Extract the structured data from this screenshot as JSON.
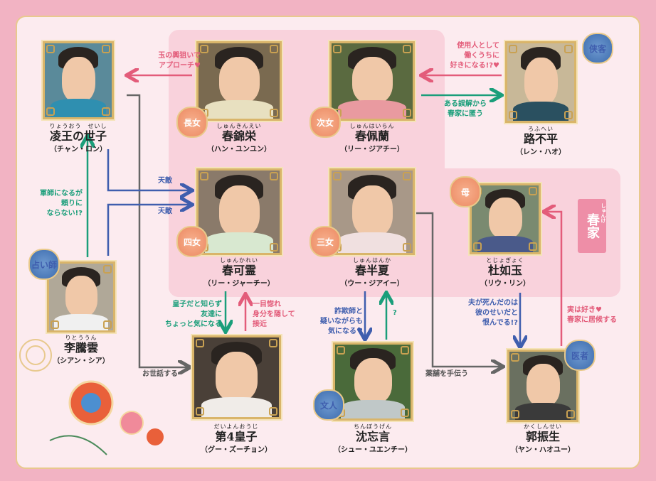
{
  "family_label": {
    "text": "春家",
    "ruby": "しゅんけ"
  },
  "characters": [
    {
      "id": "ryouou",
      "ruby": "りょうおう　せいし",
      "name": "凌王の世子",
      "actor": "（チャン・ロン）",
      "badge": ""
    },
    {
      "id": "kinei",
      "ruby": "しゅんきんえい",
      "name": "春錦栄",
      "actor": "（ハン・ユンユン）",
      "badge": "長女"
    },
    {
      "id": "hairan",
      "ruby": "しゅんはいらん",
      "name": "春佩蘭",
      "actor": "（リー・ジアチー）",
      "badge": "次女"
    },
    {
      "id": "rofuhei",
      "ruby": "ろふへい",
      "name": "路不平",
      "actor": "（レン・ハオ）",
      "badge": "侠客"
    },
    {
      "id": "karei",
      "ruby": "しゅんかれい",
      "name": "春可霊",
      "actor": "（リー・ジャーチー）",
      "badge": "四女"
    },
    {
      "id": "hanka",
      "ruby": "しゅんはんか",
      "name": "春半夏",
      "actor": "（ウー・ジアイー）",
      "badge": "三女"
    },
    {
      "id": "tojogyoku",
      "ruby": "とじょぎょく",
      "name": "杜如玉",
      "actor": "（リウ・リン）",
      "badge": "母"
    },
    {
      "id": "ritouun",
      "ruby": "りとううん",
      "name": "李騰雲",
      "actor": "（シアン・シア）",
      "badge": "占い師"
    },
    {
      "id": "daiyon",
      "ruby": "だいよんおうじ",
      "name": "第4皇子",
      "actor": "（グー・ズーチョン）",
      "badge": ""
    },
    {
      "id": "chinbougen",
      "ruby": "ちんぼうげん",
      "name": "沈忘言",
      "actor": "（シュー・ユエンチー）",
      "badge": "文人"
    },
    {
      "id": "kakushinsei",
      "ruby": "かくしんせい",
      "name": "郭振生",
      "actor": "（ヤン・ハオユー）",
      "badge": "医者"
    }
  ],
  "relations": [
    {
      "text": "玉の輿狙いで\nアプローチ♥",
      "color": "pink"
    },
    {
      "text": "お世話する",
      "color": "gray"
    },
    {
      "text": "天敵",
      "color": "blue"
    },
    {
      "text": "天敵",
      "color": "blue"
    },
    {
      "text": "軍師になるが\n頼りに\nならない!?",
      "color": "green"
    },
    {
      "text": "使用人として\n働くうちに\n好きになる!?♥",
      "color": "pink"
    },
    {
      "text": "ある誤解から\n春家に匿う",
      "color": "green"
    },
    {
      "text": "皇子だと知らず\n友達に\nちょっと気になる",
      "color": "green"
    },
    {
      "text": "一目惚れ\n身分を隠して\n接近",
      "color": "pink"
    },
    {
      "text": "詐欺師と\n疑いながらも\n気になる♥",
      "color": "blue"
    },
    {
      "text": "?",
      "color": "green"
    },
    {
      "text": "薬舗を手伝う",
      "color": "gray"
    },
    {
      "text": "夫が死んだのは\n彼のせいだと\n恨んでる!?",
      "color": "blue"
    },
    {
      "text": "実は好き♥\n春家に居候する",
      "color": "pink"
    }
  ],
  "colors": {
    "pink": "#e35c7a",
    "green": "#1a9e7a",
    "blue": "#3f5eae",
    "gray": "#666666",
    "badge_orange": "#ec8a62",
    "badge_blue": "#3d6cae"
  }
}
